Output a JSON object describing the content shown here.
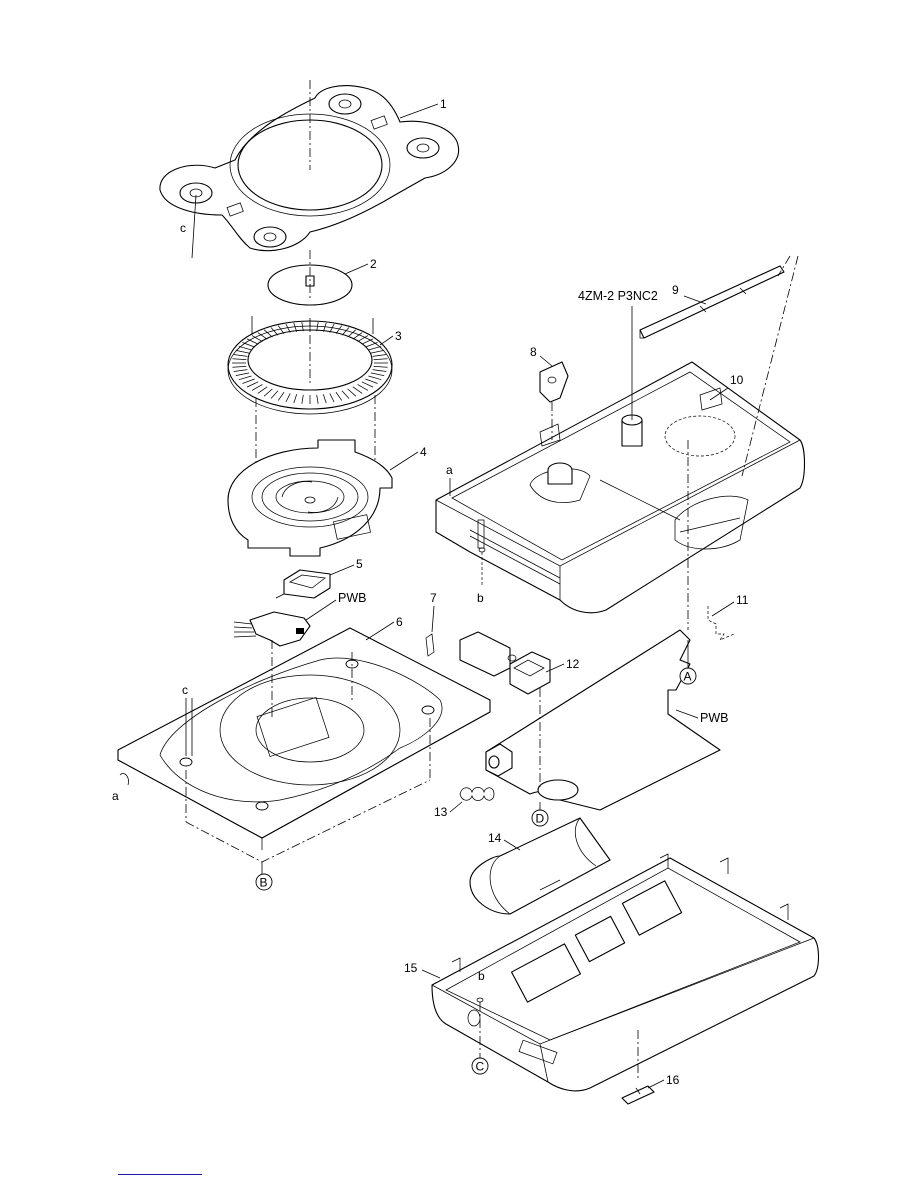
{
  "labels": {
    "p1": "1",
    "p2": "2",
    "p3": "3",
    "p4": "4",
    "p5": "5",
    "p6": "6",
    "p7": "7",
    "p8": "8",
    "p9": "9",
    "p10": "10",
    "p11": "11",
    "p12": "12",
    "p13": "13",
    "p14": "14",
    "p15": "15",
    "p16": "16",
    "model_code": "4ZM-2 P3NC2",
    "pwb_left": "PWB",
    "pwb_right": "PWB",
    "ref_a_top": "a",
    "ref_a_left": "a",
    "ref_b_mid": "b",
    "ref_b_bottom": "b",
    "ref_c_top": "c",
    "ref_c_mid": "c",
    "callout_A": "A",
    "callout_B": "B",
    "callout_C": "C",
    "callout_D": "D"
  },
  "colors": {
    "ink": "#000000",
    "paper": "#ffffff",
    "link": "#1a1aa6"
  }
}
